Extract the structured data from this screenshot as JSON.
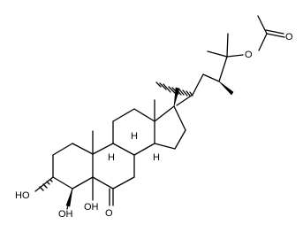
{
  "labels": {
    "ho_3": "HO",
    "oh_4": "OH",
    "oh_5": "OH",
    "h_9": "H",
    "h_8": "H",
    "h_14": "H",
    "o_6": "O",
    "o_ester": "O",
    "o_carbonyl": "O"
  }
}
